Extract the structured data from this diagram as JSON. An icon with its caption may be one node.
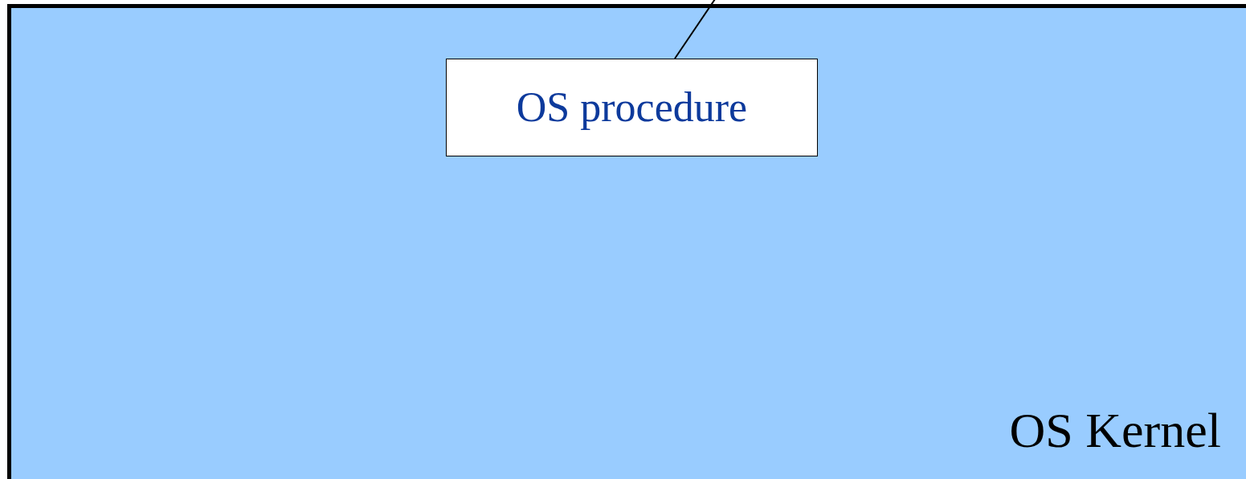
{
  "diagram": {
    "nodes": [
      {
        "text": [
          "OS Kernel"
        ]
      },
      {
        "text": [
          "OS procedure"
        ],
        "in": 0
      }
    ],
    "edges": [
      {
        "from": null,
        "to": 1,
        "arrow": "none"
      }
    ]
  }
}
